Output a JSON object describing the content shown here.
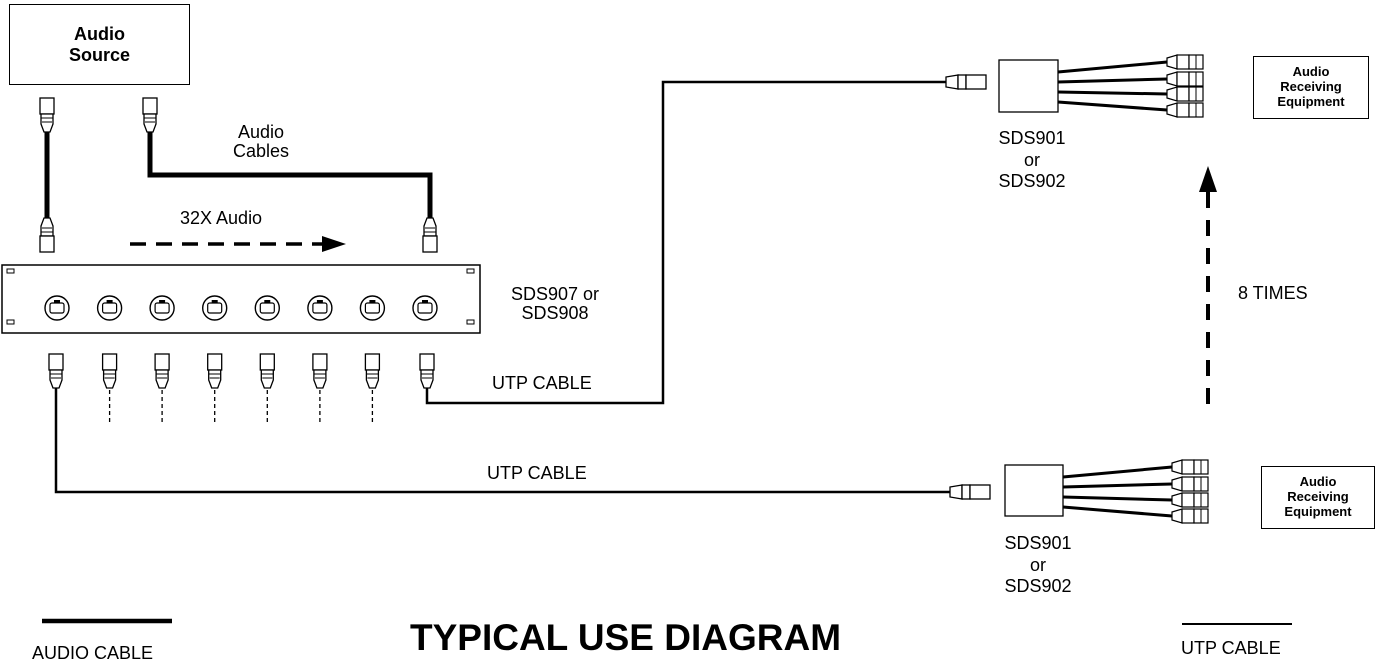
{
  "source_box": {
    "line1": "Audio",
    "line2": "Source"
  },
  "audio_cables_label": {
    "line1": "Audio",
    "line2": "Cables"
  },
  "flow_label": "32X Audio",
  "rack_label": {
    "line1": "SDS907 or",
    "line2": "SDS908"
  },
  "utp_label_top": "UTP CABLE",
  "utp_label_bottom": "UTP CABLE",
  "receiver_top": {
    "model": {
      "line1": "SDS901",
      "line2": "or",
      "line3": "SDS902"
    },
    "equipment": {
      "line1": "Audio",
      "line2": "Receiving",
      "line3": "Equipment"
    }
  },
  "receiver_bottom": {
    "model": {
      "line1": "SDS901",
      "line2": "or",
      "line3": "SDS902"
    },
    "equipment": {
      "line1": "Audio",
      "line2": "Receiving",
      "line3": "Equipment"
    }
  },
  "repeat_label": "8 TIMES",
  "title": "TYPICAL USE DIAGRAM",
  "legend": {
    "audio": "AUDIO CABLE",
    "utp": "UTP CABLE"
  },
  "rack_jack_count": 8
}
